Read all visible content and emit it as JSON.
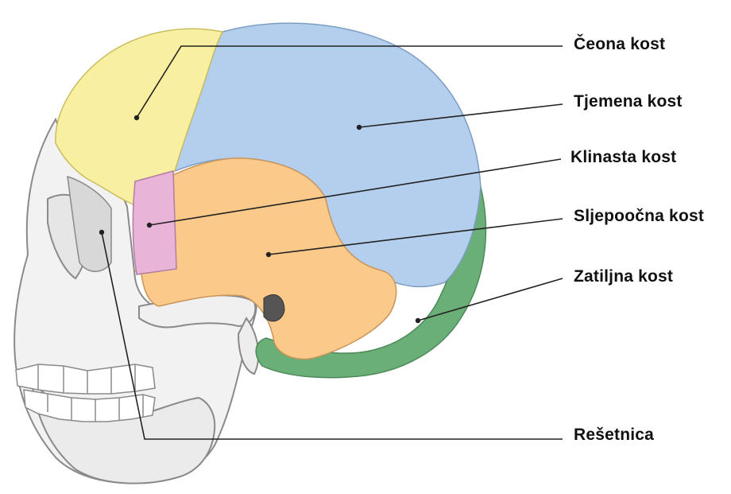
{
  "labels": {
    "frontal": "Čeona kost",
    "parietal": "Tjemena kost",
    "sphenoid": "Klinasta kost",
    "temporal": "Sljepoočna kost",
    "occipital": "Zatiljna kost",
    "ethmoid": "Rešetnica"
  },
  "colors": {
    "frontal": "#f8f0a0",
    "parietal": "#b4cfee",
    "sphenoid": "#e8b4d8",
    "temporal": "#fbc98a",
    "occipital": "#6aae78",
    "ethmoid": "#f08a60",
    "face": "#f4f4f4",
    "outline": "#555555",
    "leader": "#222222"
  }
}
